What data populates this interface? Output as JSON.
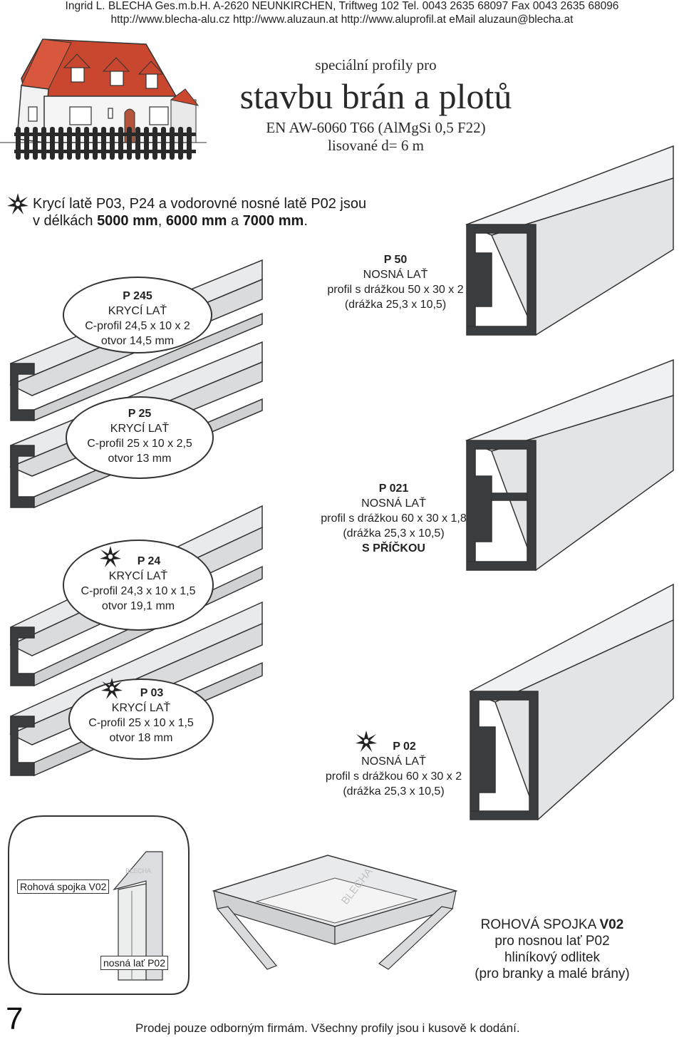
{
  "header": {
    "line1": "Ingrid L. BLECHA Ges.m.b.H.  A-2620 NEUNKIRCHEN, Triftweg 102    Tel. 0043 2635 68097  Fax 0043 2635 68096",
    "line2": "http://www.blecha-alu.cz  http://www.aluzaun.at   http://www.aluprofil.at  eMail aluzaun@blecha.at"
  },
  "title": {
    "pre": "speciální profily pro",
    "main": "stavbu brán a plotů",
    "alloy": "EN AW-6060 T66 (AlMgSi 0,5 F22)",
    "pressed": "lisované  d= 6 m"
  },
  "note": {
    "line1": "Krycí latě P03, P24 a vodorovné nosné latě P02 jsou",
    "line2_prefix": "v délkách ",
    "l1": "5000 mm",
    "sep1": ", ",
    "l2": "6000 mm",
    "sep2": " a ",
    "l3": "7000 mm",
    "end": "."
  },
  "profiles": {
    "p245": {
      "code": "P 245",
      "type": "KRYCÍ LAŤ",
      "desc": "C-profil 24,5 x 10 x 2",
      "hole": "otvor 14,5 mm"
    },
    "p25": {
      "code": "P 25",
      "type": "KRYCÍ LAŤ",
      "desc": "C-profil 25 x 10 x 2,5",
      "hole": "otvor 13 mm"
    },
    "p24": {
      "code": "P 24",
      "type": "KRYCÍ LAŤ",
      "desc": "C-profil 24,3 x 10 x 1,5",
      "hole": "otvor 19,1 mm"
    },
    "p03": {
      "code": "P 03",
      "type": "KRYCÍ LAŤ",
      "desc": "C-profil 25 x 10 x 1,5",
      "hole": "otvor 18 mm"
    },
    "p50": {
      "code": "P 50",
      "type": "NOSNÁ LAŤ",
      "desc": "profil s drážkou 50 x 30 x 2",
      "groove": "(drážka 25,3 x 10,5)"
    },
    "p021": {
      "code": "P 021",
      "type": "NOSNÁ LAŤ",
      "desc": "profil s drážkou 60 x 30 x 1,8",
      "groove": "(drážka 25,3 x 10,5)",
      "extra": "S PŘÍČKOU"
    },
    "p02": {
      "code": "P 02",
      "type": "NOSNÁ LAŤ",
      "desc": "profil s drážkou 60 x 30 x 2",
      "groove": "(drážka 25,3 x 10,5)"
    }
  },
  "corner": {
    "label_corner": "Rohová spojka V02",
    "label_beam": "nosná lať P02",
    "watermark": "BLECHA",
    "title_prefix": "ROHOVÁ SPOJKA ",
    "title_code": "V02",
    "line2": "pro nosnou lať P02",
    "line3": "hliníkový odlitek",
    "line4": "(pro branky a malé brány)"
  },
  "footer": {
    "page_number": "7",
    "text": "Prodej pouze odborným firmám. Všechny profily jsou i kusově k dodání."
  },
  "colors": {
    "profile_fill": "#e9eaec",
    "profile_dark": "#3a3d40",
    "roof": "#c8472e"
  }
}
